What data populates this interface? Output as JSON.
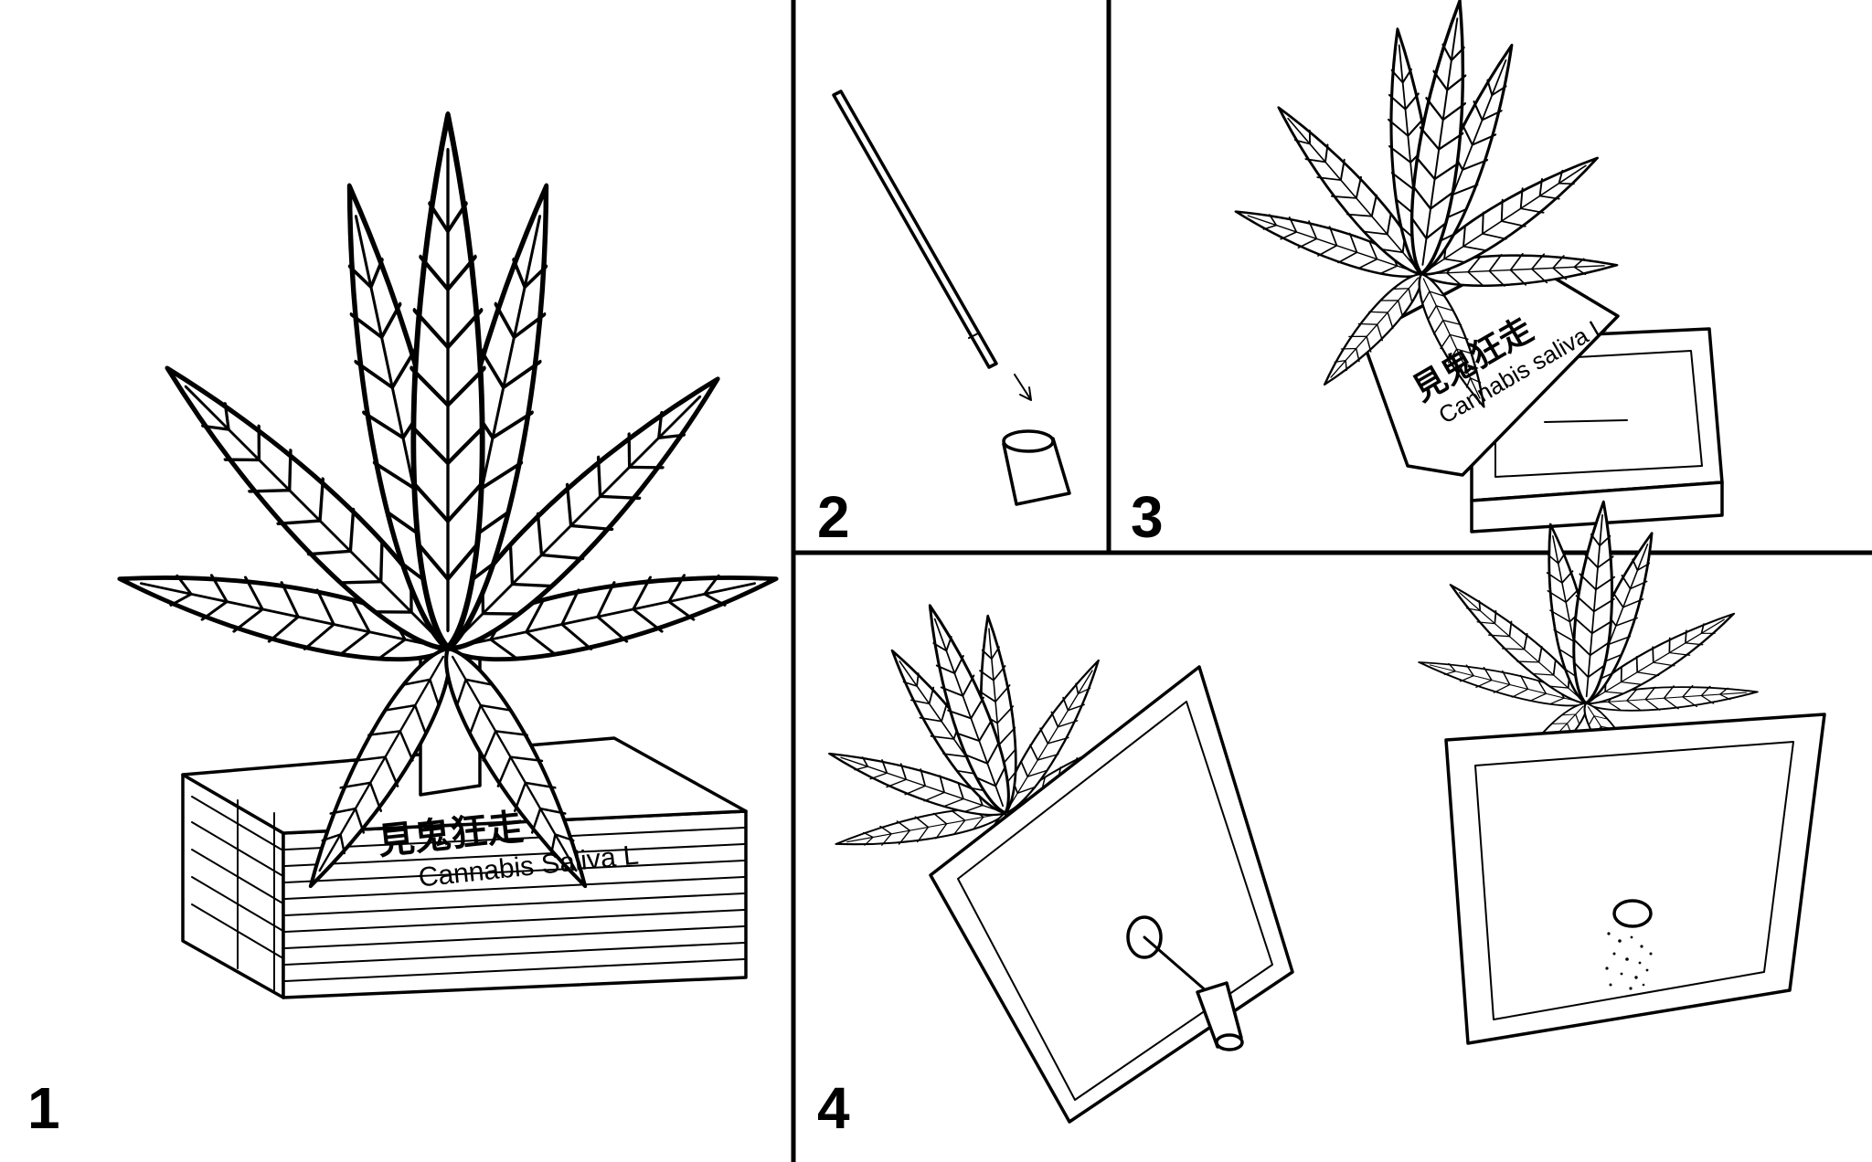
{
  "panels": [
    {
      "number": "1"
    },
    {
      "number": "2"
    },
    {
      "number": "3"
    },
    {
      "number": "4"
    }
  ],
  "book_label": {
    "title_cjk": "見鬼狂走",
    "subtitle": "Cannabis Saliva L"
  },
  "book_label_small": {
    "title_cjk": "見鬼狂走",
    "subtitle": "Cannabis saliva L"
  }
}
